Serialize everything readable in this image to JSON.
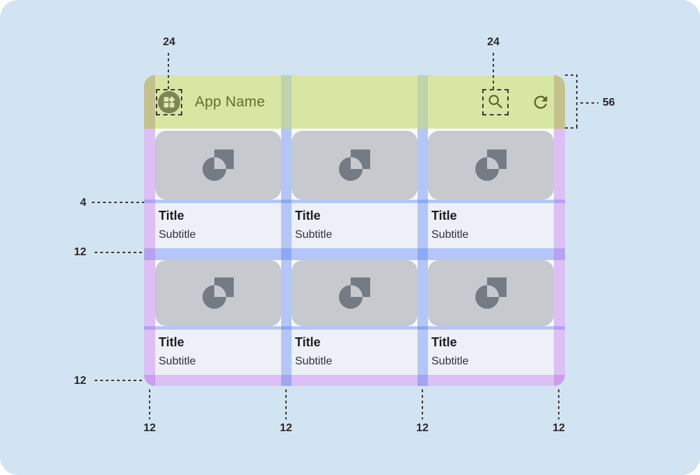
{
  "colors": {
    "canvas_bg": "#D2E4F2",
    "appbar_bg": "#D9E6A3",
    "appbar_title": "#646C2B",
    "appbar_icon": "#5E672A",
    "avatar_bg": "#7F8454",
    "avatar_glyph": "#DDE8AF",
    "mockup_bg": "#FBFCFF",
    "media_bg": "#C6C9CE",
    "media_glyph": "#757B84",
    "text_block_bg": "#EDF0F6",
    "title_color": "#1D1D21",
    "subtitle_color": "#303036",
    "margin_overlay": "rgba(183,120,231,0.46)",
    "gutter_overlay": "rgba(93,133,238,0.45)",
    "margin_over_appbar": "#C3C28C",
    "gutter_over_appbar": "#BED4AC",
    "annotation_color": "#28282C",
    "dash_color": "#3B3B3B"
  },
  "appbar": {
    "title": "App Name",
    "leading_icon": "widgets-icon",
    "actions": [
      "search-icon",
      "refresh-icon"
    ]
  },
  "cards": [
    {
      "title": "Title",
      "subtitle": "Subtitle"
    },
    {
      "title": "Title",
      "subtitle": "Subtitle"
    },
    {
      "title": "Title",
      "subtitle": "Subtitle"
    },
    {
      "title": "Title",
      "subtitle": "Subtitle"
    },
    {
      "title": "Title",
      "subtitle": "Subtitle"
    },
    {
      "title": "Title",
      "subtitle": "Subtitle"
    }
  ],
  "annotations": {
    "leading_icon_size": "24",
    "action_icon_size": "24",
    "appbar_height": "56",
    "media_text_gap": "4",
    "row_gap": "12",
    "bottom_margin": "12",
    "column_marks": [
      "12",
      "12",
      "12",
      "12"
    ]
  }
}
